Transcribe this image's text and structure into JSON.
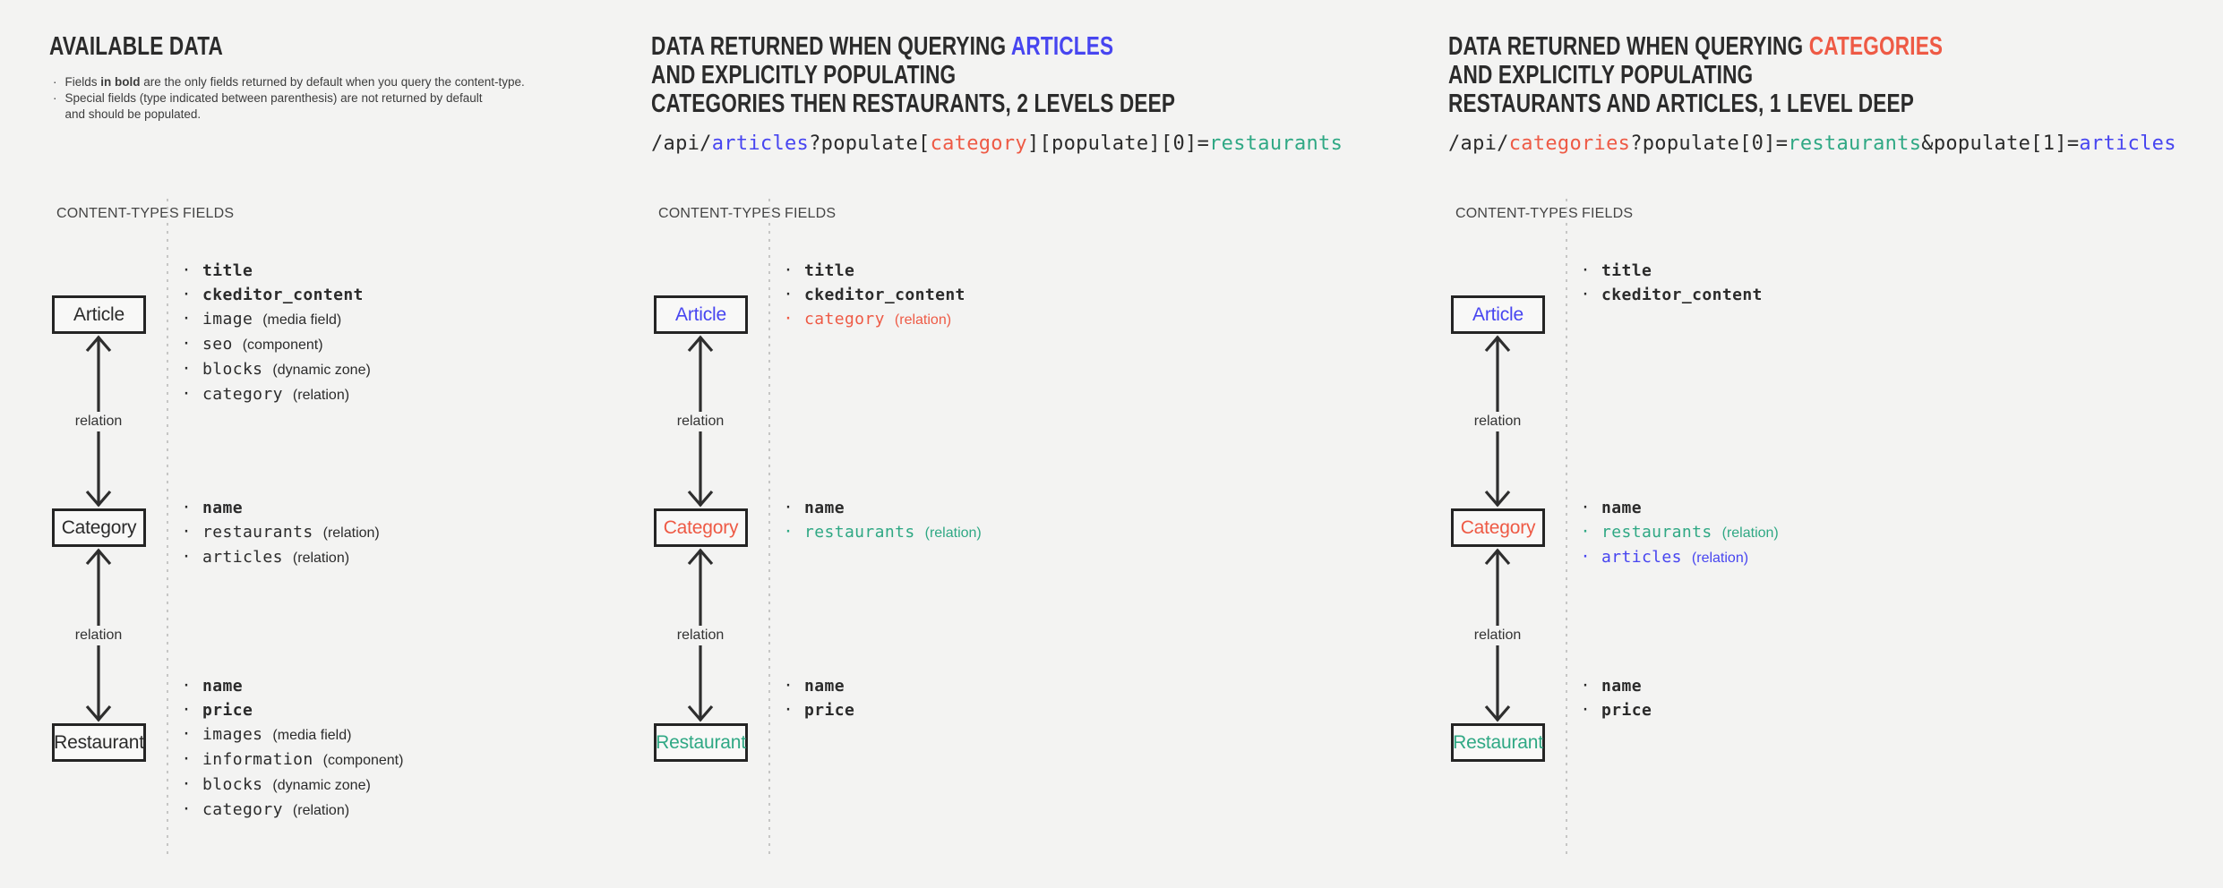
{
  "colors": {
    "background": "#f3f3f2",
    "dark": "#2b2b2b",
    "blue": "#4745f0",
    "red": "#ee5a45",
    "teal": "#2fa884",
    "line": "#2e2e2e"
  },
  "sections": [
    {
      "title_lines": [
        [
          {
            "text": "AVAILABLE DATA",
            "color": "dark"
          }
        ]
      ],
      "notes": [
        {
          "parts": [
            {
              "text": "Fields ",
              "bold": false
            },
            {
              "text": "in bold",
              "bold": true
            },
            {
              "text": " are the only fields returned by default when you query the content-type.",
              "bold": false
            }
          ]
        },
        {
          "parts": [
            {
              "text": "Special fields (type indicated between parenthesis) are not returned by default\nand should be populated.",
              "bold": false
            }
          ]
        }
      ],
      "code": null,
      "content_types_label": "CONTENT-TYPES",
      "fields_label": "FIELDS",
      "relation_label": "relation",
      "nodes": [
        {
          "name": "Article",
          "color": "dark",
          "fields": [
            {
              "name": "title",
              "bold": true,
              "color": "dark"
            },
            {
              "name": "ckeditor_content",
              "bold": true,
              "color": "dark"
            },
            {
              "name": "image",
              "type": "(media field)",
              "color": "dark"
            },
            {
              "name": "seo",
              "type": "(component)",
              "color": "dark"
            },
            {
              "name": "blocks",
              "type": "(dynamic zone)",
              "color": "dark"
            },
            {
              "name": "category",
              "type": "(relation)",
              "color": "dark"
            }
          ]
        },
        {
          "name": "Category",
          "color": "dark",
          "fields": [
            {
              "name": "name",
              "bold": true,
              "color": "dark"
            },
            {
              "name": "restaurants",
              "type": "(relation)",
              "color": "dark"
            },
            {
              "name": "articles",
              "type": "(relation)",
              "color": "dark"
            }
          ]
        },
        {
          "name": "Restaurant",
          "color": "dark",
          "fields": [
            {
              "name": "name",
              "bold": true,
              "color": "dark"
            },
            {
              "name": "price",
              "bold": true,
              "color": "dark"
            },
            {
              "name": "images",
              "type": "(media field)",
              "color": "dark"
            },
            {
              "name": "information",
              "type": "(component)",
              "color": "dark"
            },
            {
              "name": "blocks",
              "type": "(dynamic zone)",
              "color": "dark"
            },
            {
              "name": "category",
              "type": "(relation)",
              "color": "dark"
            }
          ]
        }
      ]
    },
    {
      "title_lines": [
        [
          {
            "text": "DATA RETURNED WHEN QUERYING ",
            "color": "dark"
          },
          {
            "text": "ARTICLES",
            "color": "blue"
          }
        ],
        [
          {
            "text": "AND EXPLICITLY POPULATING",
            "color": "dark"
          }
        ],
        [
          {
            "text": "CATEGORIES THEN RESTAURANTS, 2 LEVELS DEEP",
            "color": "dark"
          }
        ]
      ],
      "notes": null,
      "code": [
        {
          "text": "/api/",
          "color": "dark"
        },
        {
          "text": "articles",
          "color": "blue"
        },
        {
          "text": "?populate[",
          "color": "dark"
        },
        {
          "text": "category",
          "color": "red"
        },
        {
          "text": "][populate][0]=",
          "color": "dark"
        },
        {
          "text": "restaurants",
          "color": "teal"
        }
      ],
      "content_types_label": "CONTENT-TYPES",
      "fields_label": "FIELDS",
      "relation_label": "relation",
      "nodes": [
        {
          "name": "Article",
          "color": "blue",
          "fields": [
            {
              "name": "title",
              "bold": true,
              "color": "dark"
            },
            {
              "name": "ckeditor_content",
              "bold": true,
              "color": "dark"
            },
            {
              "name": "category",
              "type": "(relation)",
              "color": "red"
            }
          ]
        },
        {
          "name": "Category",
          "color": "red",
          "fields": [
            {
              "name": "name",
              "bold": true,
              "color": "dark"
            },
            {
              "name": "restaurants",
              "type": "(relation)",
              "color": "teal"
            }
          ]
        },
        {
          "name": "Restaurant",
          "color": "teal",
          "fields": [
            {
              "name": "name",
              "bold": true,
              "color": "dark"
            },
            {
              "name": "price",
              "bold": true,
              "color": "dark"
            }
          ]
        }
      ]
    },
    {
      "title_lines": [
        [
          {
            "text": "DATA RETURNED WHEN QUERYING ",
            "color": "dark"
          },
          {
            "text": "CATEGORIES",
            "color": "red"
          }
        ],
        [
          {
            "text": "AND EXPLICITLY POPULATING",
            "color": "dark"
          }
        ],
        [
          {
            "text": "RESTAURANTS AND ARTICLES, 1 LEVEL DEEP",
            "color": "dark"
          }
        ]
      ],
      "notes": null,
      "code": [
        {
          "text": "/api/",
          "color": "dark"
        },
        {
          "text": "categories",
          "color": "red"
        },
        {
          "text": "?populate[0]=",
          "color": "dark"
        },
        {
          "text": "restaurants",
          "color": "teal"
        },
        {
          "text": "&populate[1]=",
          "color": "dark"
        },
        {
          "text": "articles",
          "color": "blue"
        }
      ],
      "content_types_label": "CONTENT-TYPES",
      "fields_label": "FIELDS",
      "relation_label": "relation",
      "nodes": [
        {
          "name": "Article",
          "color": "blue",
          "fields": [
            {
              "name": "title",
              "bold": true,
              "color": "dark"
            },
            {
              "name": "ckeditor_content",
              "bold": true,
              "color": "dark"
            }
          ]
        },
        {
          "name": "Category",
          "color": "red",
          "fields": [
            {
              "name": "name",
              "bold": true,
              "color": "dark"
            },
            {
              "name": "restaurants",
              "type": "(relation)",
              "color": "teal"
            },
            {
              "name": "articles",
              "type": "(relation)",
              "color": "blue"
            }
          ]
        },
        {
          "name": "Restaurant",
          "color": "teal",
          "fields": [
            {
              "name": "name",
              "bold": true,
              "color": "dark"
            },
            {
              "name": "price",
              "bold": true,
              "color": "dark"
            }
          ]
        }
      ]
    }
  ]
}
